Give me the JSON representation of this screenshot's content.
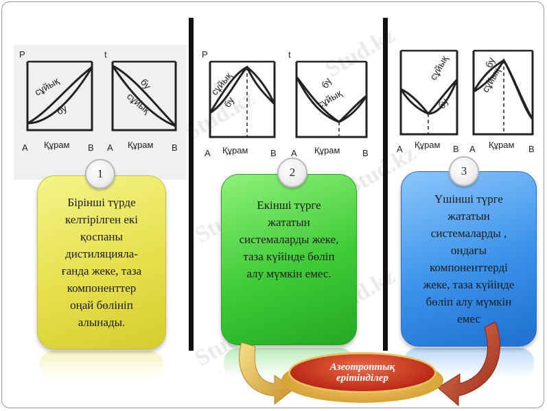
{
  "watermark_text": "Stud.kz",
  "columns": [
    {
      "number": "1",
      "text_lines": [
        "Бірінші түрде",
        "келтірілген екі",
        "қоспаны",
        "дистиляцияла-",
        "ғанда жеке, таза",
        "компоненттер",
        "оңай бөлініп",
        "алынады."
      ],
      "graphs": [
        {
          "y_letter": "P",
          "upper_label": "сұйық",
          "lower_label": "бу",
          "x_left": "A",
          "x_mid": "Құрам",
          "x_right": "B"
        },
        {
          "y_letter": "t",
          "upper_label": "бу",
          "lower_label": "сұйық",
          "x_left": "A",
          "x_mid": "Құрам",
          "x_right": "B"
        }
      ]
    },
    {
      "number": "2",
      "text_lines": [
        "Екінші түрге",
        "жататын",
        "системаларды жеке,",
        "таза күйінде бөліп",
        "алу мүмкін емес."
      ],
      "graphs": [
        {
          "y_letter": "P",
          "upper_label": "сұйық",
          "lower_label": "бу",
          "x_left": "A",
          "x_mid": "Құрам",
          "x_right": "B"
        },
        {
          "y_letter": "t",
          "upper_label": "бу",
          "lower_label": "сұйық",
          "x_left": "A",
          "x_mid": "Құрам",
          "x_right": "B"
        }
      ]
    },
    {
      "number": "3",
      "text_lines": [
        "Үшінші түрге",
        "жататын",
        "системаларды ,",
        "ондағы",
        "компоненттерді",
        "жеке, таза күйінде",
        "бөліп алу мүмкін",
        "емес"
      ],
      "graphs": [
        {
          "y_letter": "",
          "upper_label": "сұйық",
          "lower_label": "бу",
          "x_left": "A",
          "x_mid": "Құрам",
          "x_right": "B"
        },
        {
          "y_letter": "",
          "upper_label": "бу",
          "lower_label": "сұйық",
          "x_left": "A",
          "x_mid": "Құрам",
          "x_right": "B"
        }
      ]
    }
  ],
  "azeotrope_label_line1": "Азеотроптық",
  "azeotrope_label_line2": "ерітінділер",
  "colors": {
    "card1": "#e6e04c",
    "card2": "#3fcb37",
    "card3": "#3a92ea",
    "azeotrope_fill": "#c0301a",
    "arrow_fill": "#d9a531"
  }
}
